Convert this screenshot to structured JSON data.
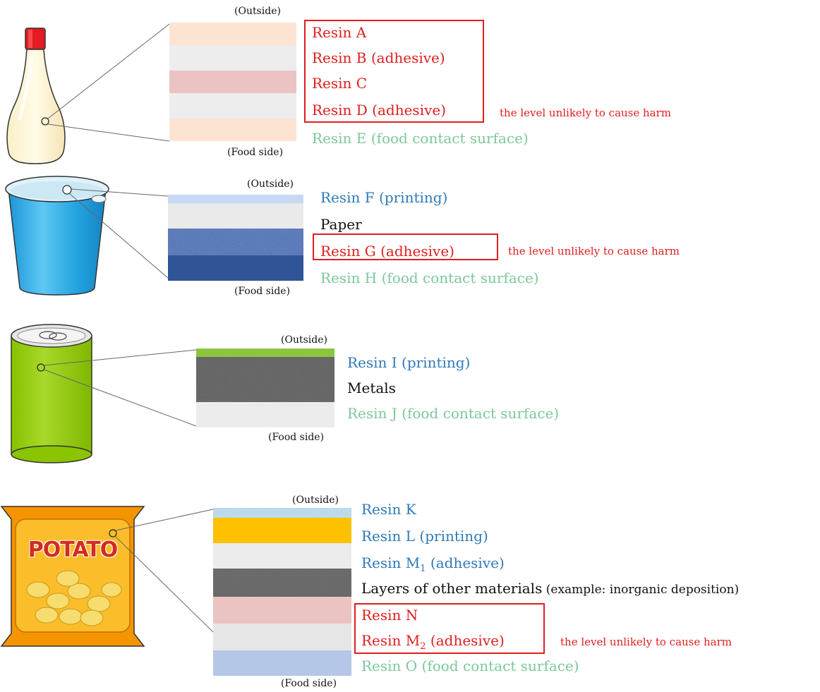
{
  "colors": {
    "red": "#e01e1e",
    "blue": "#2e7ab8",
    "green": "#7cc89a",
    "black": "#111111"
  },
  "sections": [
    {
      "product": "bottle-icon",
      "outside": "(Outside)",
      "food_side": "(Food side)",
      "layers": [
        {
          "name": "Resin A",
          "color": "red"
        },
        {
          "name": "Resin B (adhesive)",
          "color": "red"
        },
        {
          "name": "Resin C",
          "color": "red"
        },
        {
          "name": "Resin D (adhesive)",
          "color": "red"
        },
        {
          "name": "Resin E (food contact surface)",
          "color": "green"
        }
      ],
      "note": "the level unlikely to cause harm"
    },
    {
      "product": "cup-icon",
      "outside": "(Outside)",
      "food_side": "(Food side)",
      "layers": [
        {
          "name": "Resin F (printing)",
          "color": "blue"
        },
        {
          "name": "Paper",
          "color": "black"
        },
        {
          "name": "Resin G (adhesive)",
          "color": "red"
        },
        {
          "name": "Resin H (food contact surface)",
          "color": "green"
        }
      ],
      "note": "the level unlikely to cause harm"
    },
    {
      "product": "can-icon",
      "outside": "(Outside)",
      "food_side": "(Food side)",
      "layers": [
        {
          "name": "Resin I (printing)",
          "color": "blue"
        },
        {
          "name": "Metals",
          "color": "black"
        },
        {
          "name": "Resin J (food contact surface)",
          "color": "green"
        }
      ]
    },
    {
      "product": "chip-bag-icon",
      "bag_text": "POTATO",
      "outside": "(Outside)",
      "food_side": "(Food side)",
      "layers": [
        {
          "name": "Resin K",
          "color": "blue"
        },
        {
          "name": "Resin L (printing)",
          "color": "blue"
        },
        {
          "name": "Resin M",
          "sub": "1",
          "suffix": " (adhesive)",
          "color": "blue"
        },
        {
          "name": "Layers of other materials",
          "suffix_small": " (example: inorganic deposition)",
          "color": "black"
        },
        {
          "name": "Resin N",
          "color": "red"
        },
        {
          "name": "Resin M",
          "sub": "2",
          "suffix": " (adhesive)",
          "color": "red"
        },
        {
          "name": "Resin O (food contact surface)",
          "color": "green"
        }
      ],
      "note": "the level unlikely to cause harm"
    }
  ]
}
